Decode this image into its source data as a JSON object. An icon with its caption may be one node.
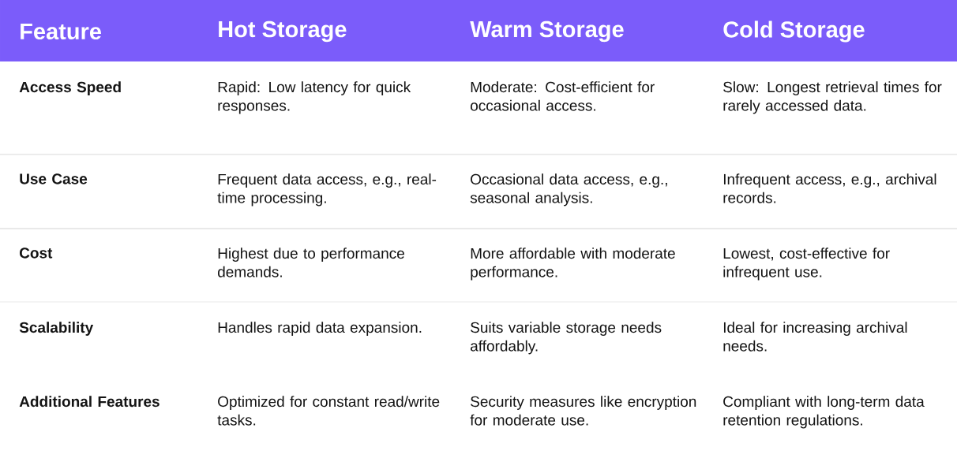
{
  "diagram": {
    "labels": [
      "Feature",
      "Hot Storage",
      "Warm Storage",
      "Cold Storage",
      "Access Speed",
      "Rapid: Low latency for quick responses.",
      "Moderate: Cost-efficient for occasional access.",
      "Slow: Longest retrieval times for rarely accessed data.",
      "Use Case",
      "Frequent data access, e.g., real-time processing.",
      "Occasional data access, e.g., seasonal analysis.",
      "Infrequent access, e.g., archival records.",
      "Cost",
      "Highest due to performance demands.",
      "More affordable with moderate performance.",
      "Lowest, cost-effective for infrequent use.",
      "Scalability",
      "Handles rapid data expansion.",
      "Suits variable storage needs affordably.",
      "Ideal for increasing archival needs.",
      "Additional Features",
      "Optimized for constant read/write tasks.",
      "Security measures like encryption for moderate use.",
      "Compliant with long-term data retention regulations."
    ]
  }
}
